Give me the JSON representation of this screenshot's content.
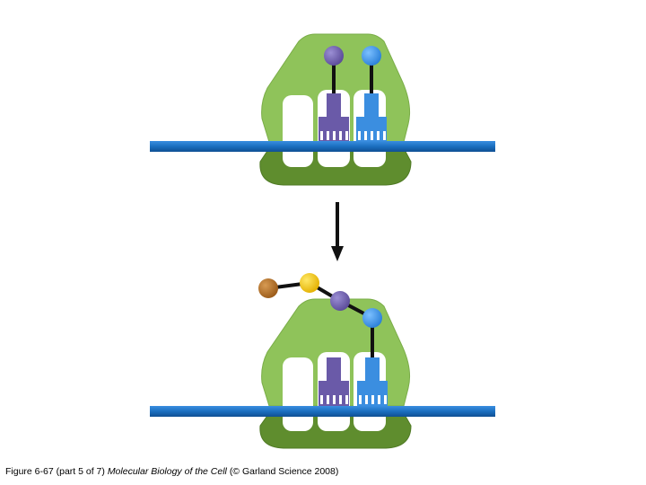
{
  "caption": {
    "figure": "Figure 6-67 (part 5 of 7)",
    "book": "Molecular Biology of the Cell",
    "credit": "(© Garland Science 2008)"
  },
  "colors": {
    "ribosome_large_subunit": "#8fc35a",
    "ribosome_small_subunit": "#5f8d2e",
    "mrna": "#1b6fc0",
    "trna_purple": "#6a5aa8",
    "trna_blue": "#3b8ee0",
    "amino_acid_yellow": "#f2c200",
    "amino_acid_brown": "#b36a1e",
    "bond": "#111111",
    "arrow": "#111111"
  },
  "icons": {
    "arrow": "down-arrow-icon"
  }
}
